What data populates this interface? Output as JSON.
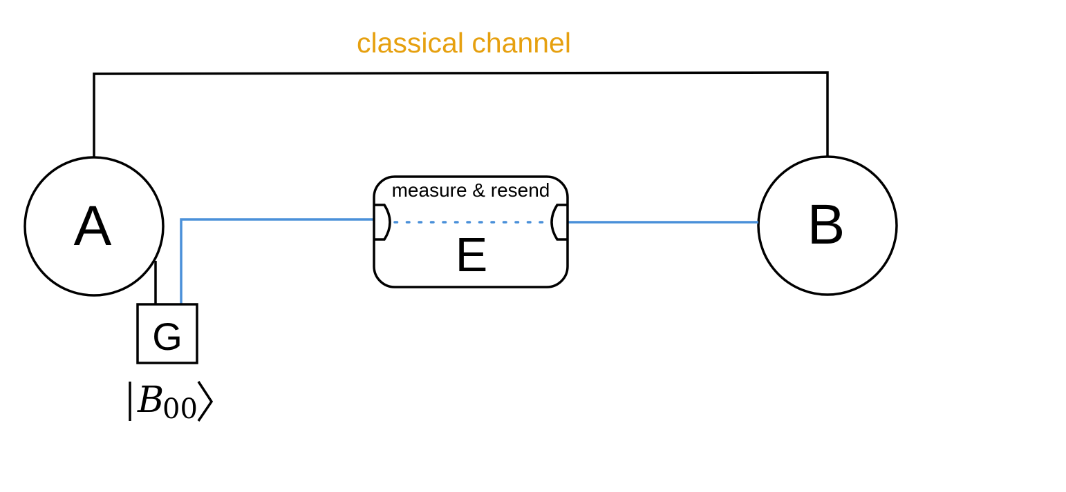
{
  "channel_label": "classical channel",
  "node_a_label": "A",
  "node_b_label": "B",
  "eve_label": "E",
  "eve_caption": "measure & resend",
  "source_label": "G",
  "state": {
    "symbol": "B",
    "subscript": "00"
  },
  "colors": {
    "classical_label": "#E6A00F",
    "quantum_line": "#4A90D9",
    "stroke": "#000000"
  }
}
